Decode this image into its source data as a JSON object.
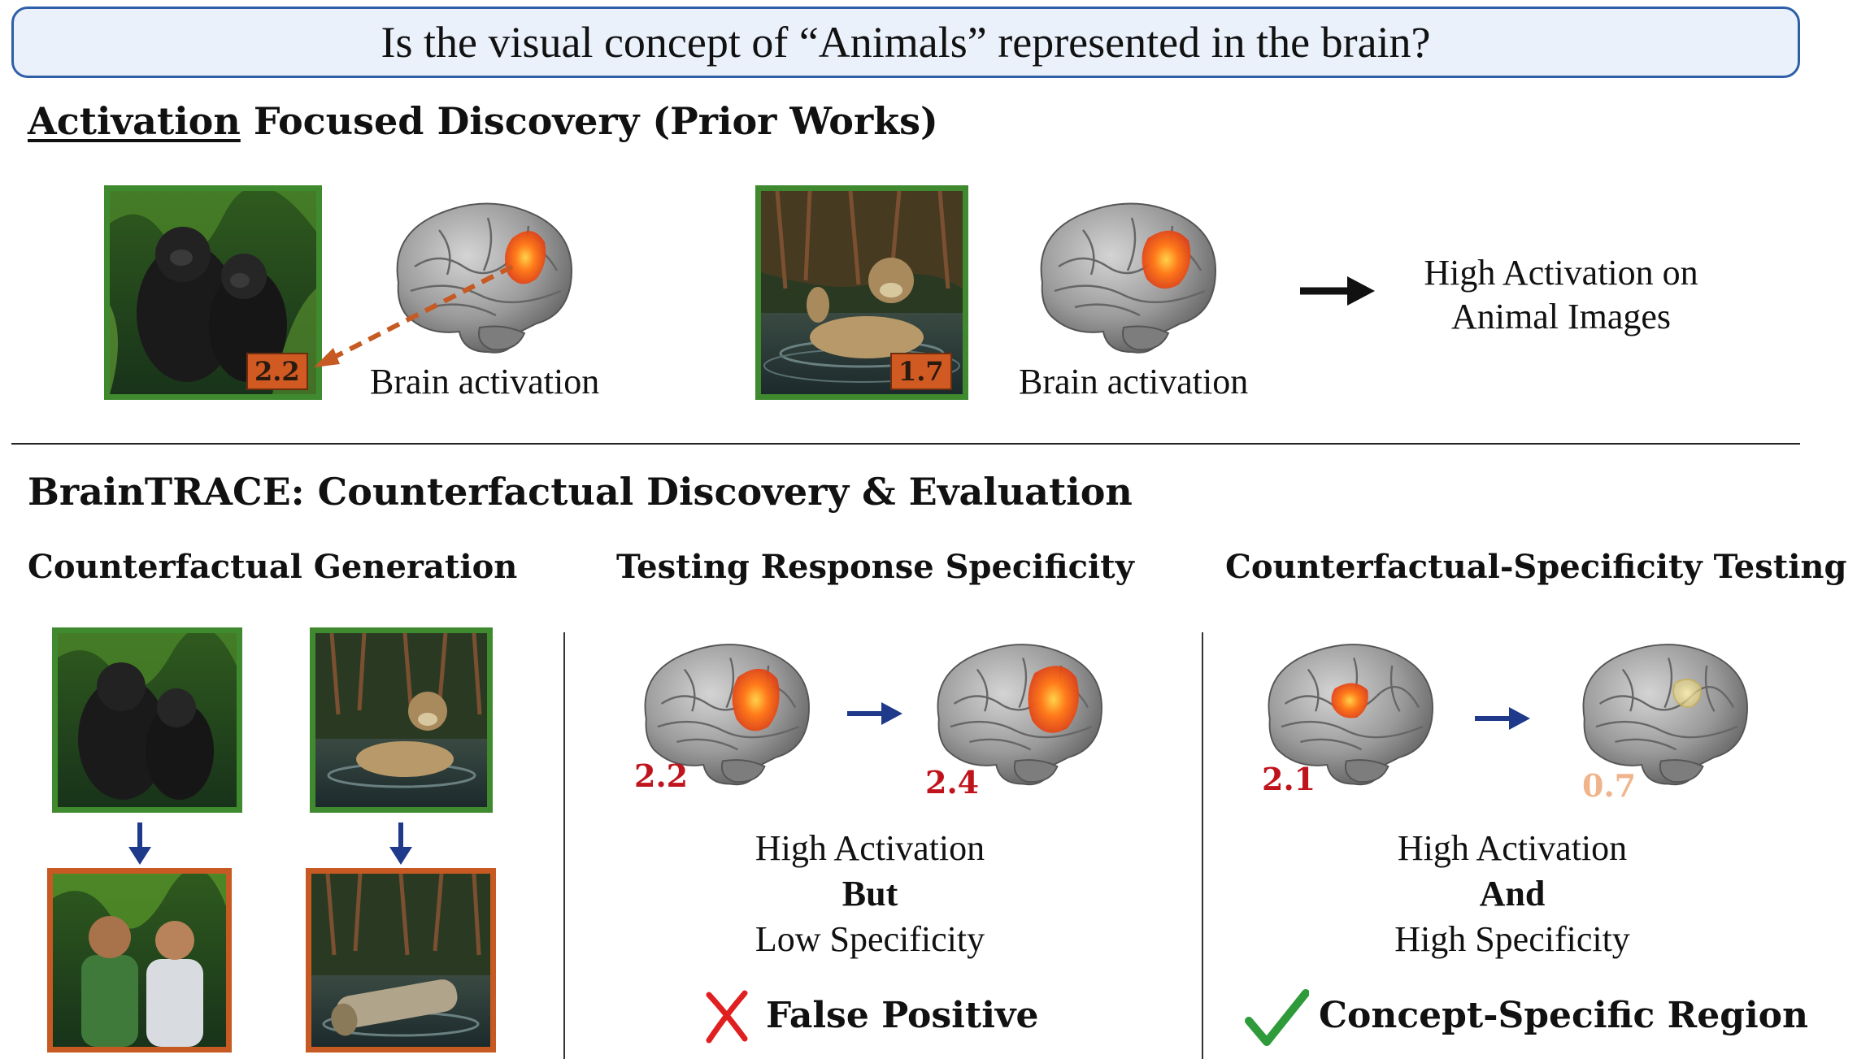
{
  "question": "Is the visual concept of “Animals” represented in the brain?",
  "prior": {
    "title_underlined": "Activation",
    "title_rest": " Focused Discovery (Prior Works)",
    "panels": [
      {
        "score": "2.2",
        "label": "Brain activation"
      },
      {
        "score": "1.7",
        "label": "Brain activation"
      }
    ],
    "result_line1": "High Activation on",
    "result_line2": "Animal Images"
  },
  "braintrace": {
    "title": "BrainTRACE: Counterfactual Discovery & Evaluation",
    "generation": {
      "title": "Counterfactual Generation"
    },
    "specificity": {
      "title": "Testing Response Specificity",
      "score_before": "2.2",
      "score_after": "2.4",
      "line1": "High Activation",
      "line2": "But",
      "line3": "Low Specificity",
      "verdict": "False Positive"
    },
    "counterfactual": {
      "title": "Counterfactual-Specificity Testing",
      "score_before": "2.1",
      "score_after": "0.7",
      "line1": "High Activation",
      "line2": "And",
      "line3": "High Specificity",
      "verdict": "Concept-Specific Region"
    }
  },
  "colors": {
    "frame_green": "#3f8a2f",
    "frame_orange": "#c65a22",
    "score_red": "#c0141c",
    "score_light": "#f0b48c",
    "arrow_blue": "#1f3a8a",
    "cross_red": "#e02020",
    "check_green": "#2e9a3a",
    "question_border": "#2f5fa8"
  },
  "icons": {
    "check": "check-icon",
    "cross": "cross-icon",
    "arrow": "arrow-right-icon"
  }
}
